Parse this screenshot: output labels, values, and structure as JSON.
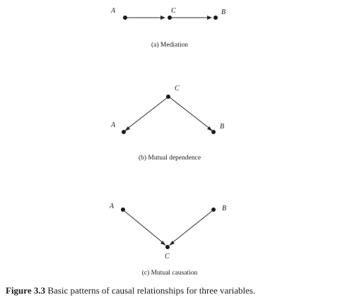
{
  "panels": {
    "mediation": {
      "caption": "(a) Mediation",
      "labels": {
        "a": "A",
        "c": "C",
        "b": "B"
      }
    },
    "mutual_dependence": {
      "caption": "(b) Mutual dependence",
      "labels": {
        "c": "C",
        "a": "A",
        "b": "B"
      }
    },
    "mutual_causation": {
      "caption": "(c) Mutual causation",
      "labels": {
        "a": "A",
        "b": "B",
        "c": "C"
      }
    }
  },
  "figure_caption": {
    "number": "Figure 3.3",
    "text": "Basic patterns of causal relationships for three variables."
  }
}
